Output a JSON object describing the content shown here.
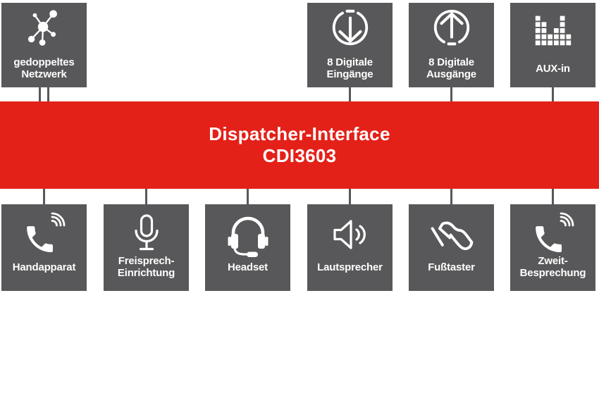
{
  "title": {
    "line1": "Dispatcher-Interface",
    "line2": "CDI3603"
  },
  "colors": {
    "box_gray": "#58585a",
    "banner_red": "#e32119",
    "text_white": "#ffffff"
  },
  "top_row": [
    {
      "name": "doubled-network",
      "icon": "network-icon",
      "lines": [
        "gedoppeltes",
        "Netzwerk"
      ],
      "column": 1,
      "connector_lines": 2
    },
    {
      "name": "digital-inputs",
      "icon": "arrow-down-circle-icon",
      "lines": [
        "8 Digitale",
        "Eingänge"
      ],
      "column": 4,
      "connector_lines": 1
    },
    {
      "name": "digital-outputs",
      "icon": "arrow-up-circle-icon",
      "lines": [
        "8 Digitale",
        "Ausgänge"
      ],
      "column": 5,
      "connector_lines": 1
    },
    {
      "name": "aux-in",
      "icon": "equalizer-icon",
      "lines": [
        "AUX-in"
      ],
      "column": 6,
      "connector_lines": 1
    }
  ],
  "bottom_row": [
    {
      "name": "handset",
      "icon": "phone-icon",
      "lines": [
        "Handapparat"
      ],
      "column": 1,
      "connector_lines": 1
    },
    {
      "name": "hands-free",
      "icon": "microphone-icon",
      "lines": [
        "Freisprech-",
        "Einrichtung"
      ],
      "column": 2,
      "connector_lines": 1
    },
    {
      "name": "headset",
      "icon": "headset-icon",
      "lines": [
        "Headset"
      ],
      "column": 3,
      "connector_lines": 1
    },
    {
      "name": "speaker",
      "icon": "speaker-icon",
      "lines": [
        "Lautsprecher"
      ],
      "column": 4,
      "connector_lines": 1
    },
    {
      "name": "foot-switch",
      "icon": "foot-switch-icon",
      "lines": [
        "Fußtaster"
      ],
      "column": 5,
      "connector_lines": 1
    },
    {
      "name": "second-call",
      "icon": "phone-icon",
      "lines": [
        "Zweit-",
        "Besprechung"
      ],
      "column": 6,
      "connector_lines": 1
    }
  ]
}
